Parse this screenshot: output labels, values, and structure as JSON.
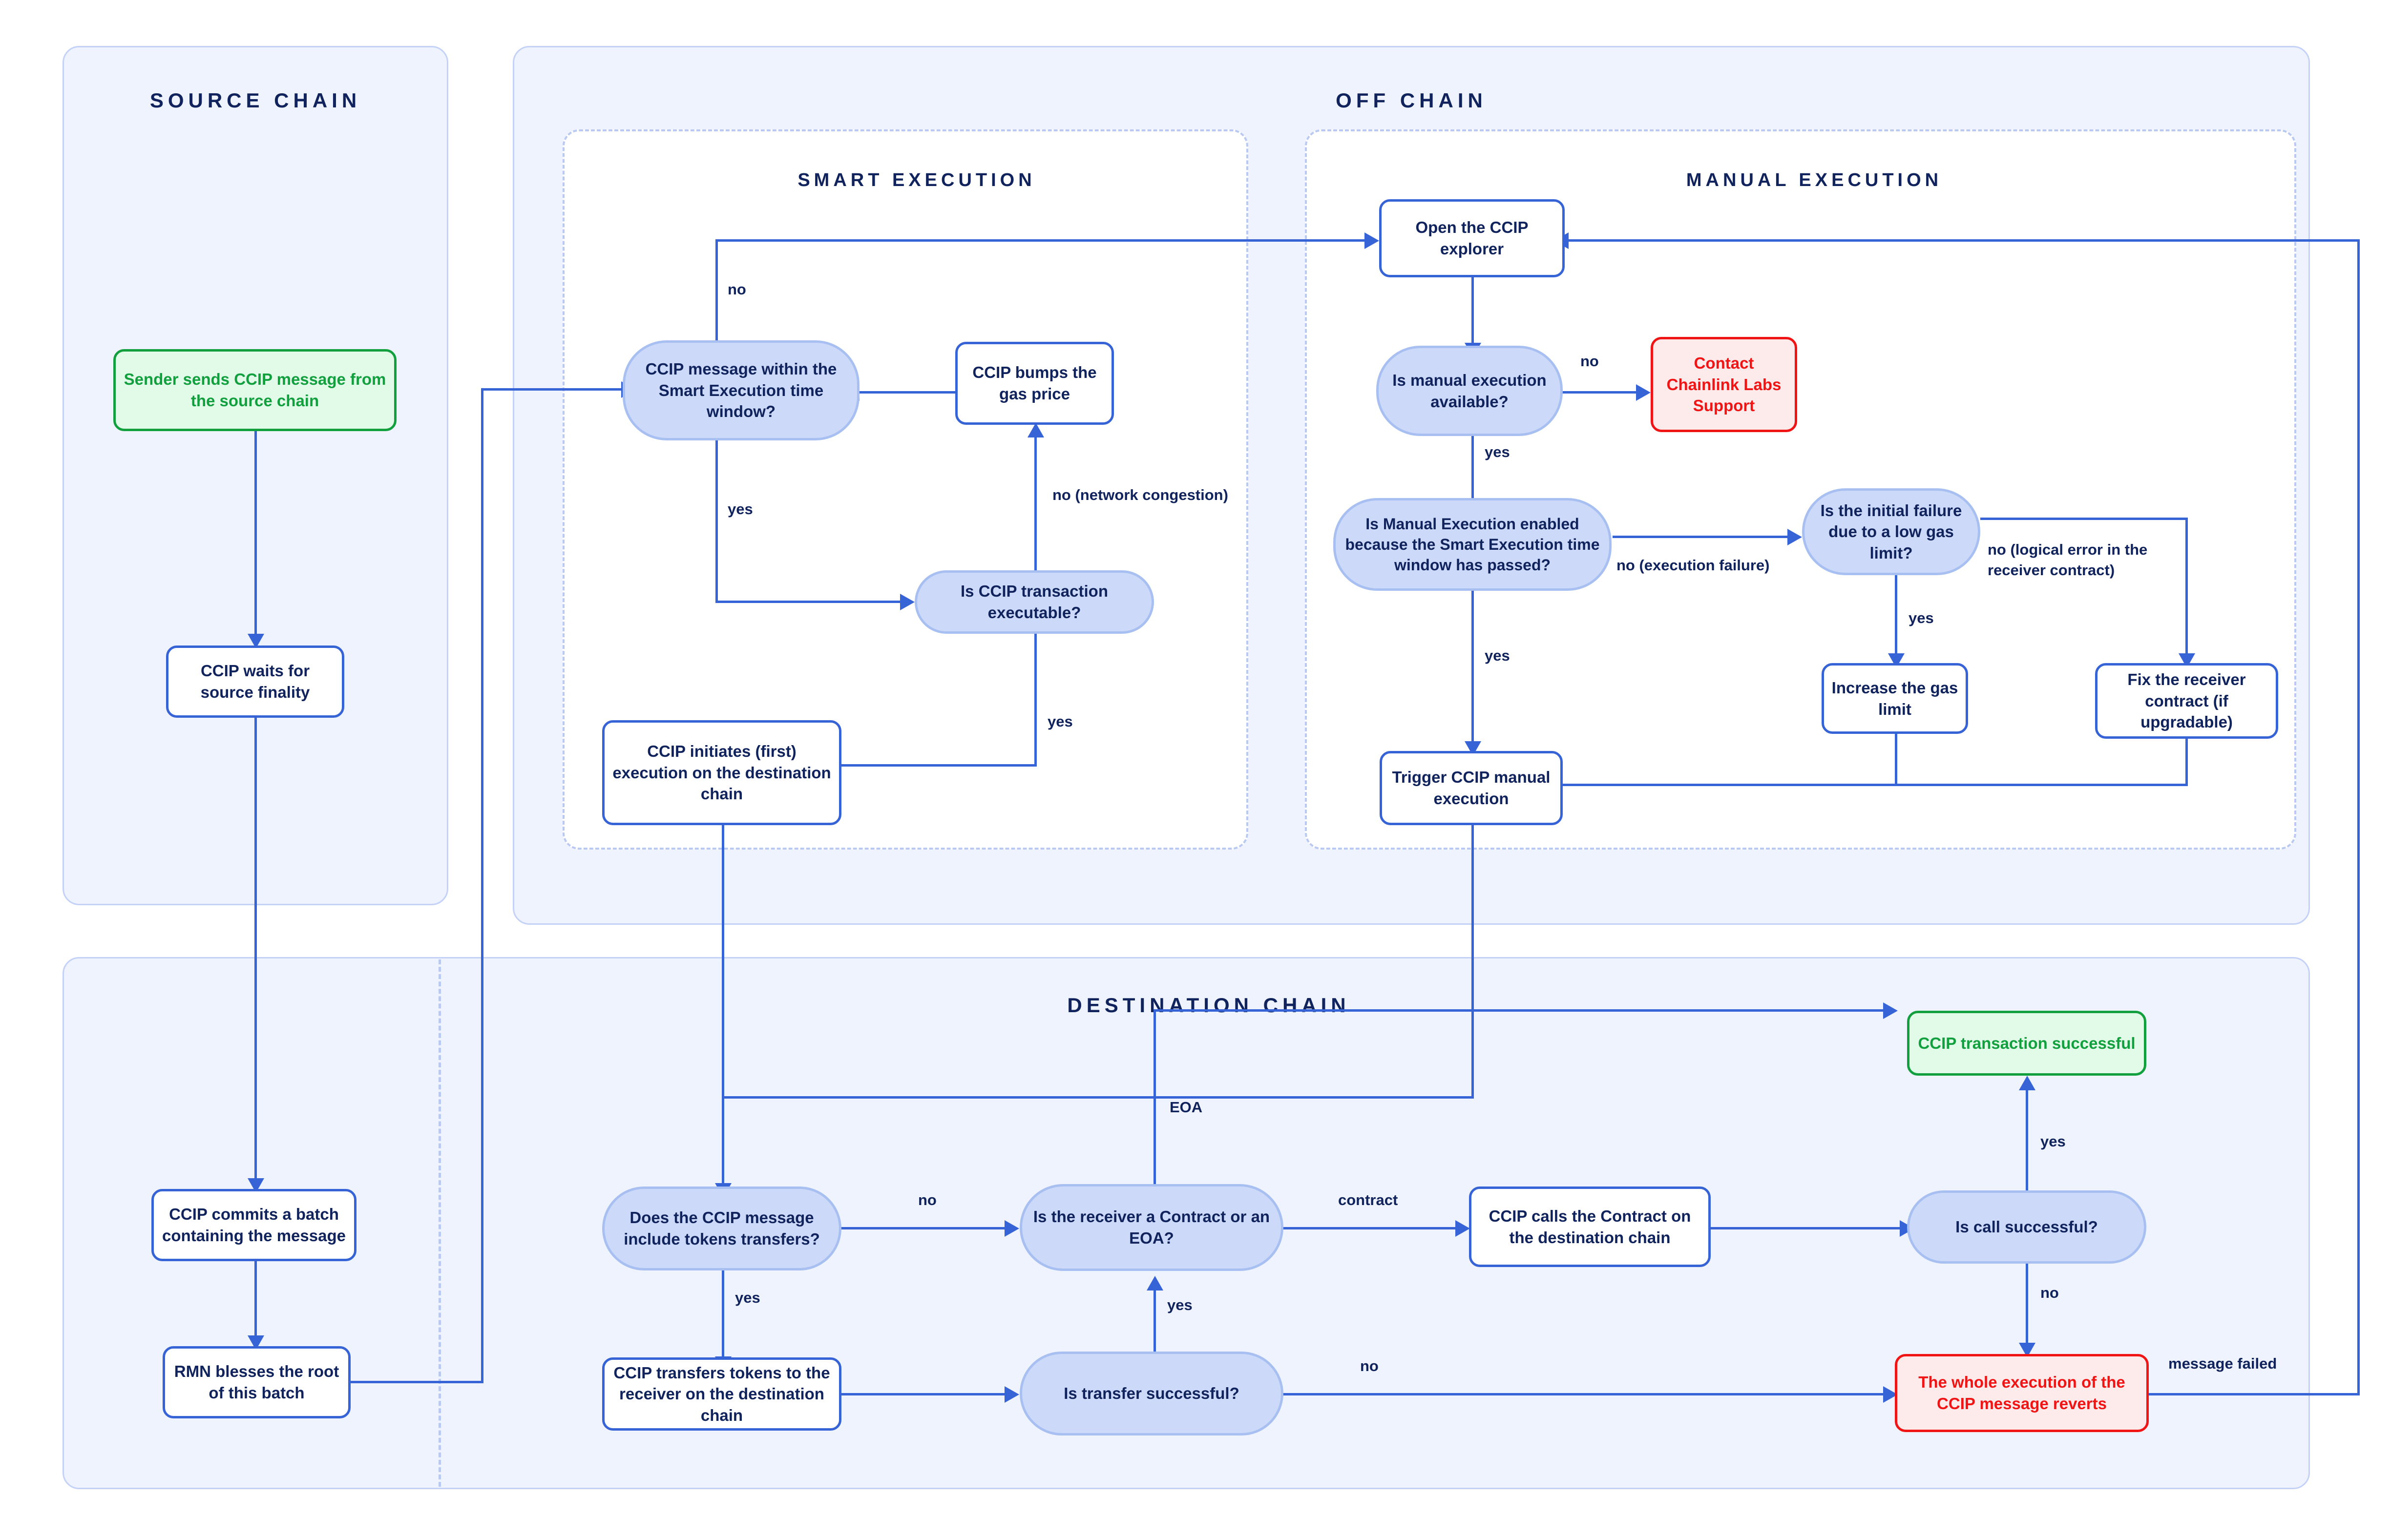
{
  "diagram": {
    "title": "CCIP Execution Flow",
    "colors": {
      "panel_bg": "#eff3fd",
      "panel_border": "#c5d2f7",
      "edge": "#3663d6",
      "process_border": "#3663d6",
      "decision_bg": "#ccd9f8",
      "decision_border": "#a7bff1",
      "text": "#10235c",
      "success": "#12a03f",
      "success_bg": "#e2fbe8",
      "error": "#f01414",
      "error_bg": "#fdeaea"
    }
  },
  "lanes": {
    "source_chain": "SOURCE CHAIN",
    "off_chain": "OFF CHAIN",
    "destination_chain": "DESTINATION CHAIN",
    "smart_execution": "SMART EXECUTION",
    "manual_execution": "MANUAL EXECUTION"
  },
  "nodes": {
    "sender_sends": "Sender sends CCIP message from the source chain",
    "waits_finality": "CCIP waits for source finality",
    "commits_batch": "CCIP commits a batch containing the message",
    "rmn_blesses": "RMN blesses the root of this batch",
    "msg_within_window": "CCIP message within the Smart Execution time window?",
    "bumps_gas": "CCIP bumps the gas price",
    "tx_executable": "Is CCIP transaction executable?",
    "initiates_exec": "CCIP initiates (first) execution on the destination chain",
    "open_explorer": "Open the CCIP explorer",
    "manual_available": "Is manual execution available?",
    "contact_support": "Contact Chainlink Labs Support",
    "manual_enabled": "Is Manual Execution enabled because the Smart Execution time window has passed?",
    "initial_failure_gas": "Is the initial failure due to a low gas limit?",
    "increase_gas": "Increase the gas limit",
    "fix_receiver": "Fix the receiver contract (if upgradable)",
    "trigger_manual": "Trigger CCIP manual execution",
    "include_tokens": "Does the CCIP message include tokens transfers?",
    "transfers_tokens": "CCIP transfers tokens to the receiver on the destination chain",
    "transfer_successful": "Is transfer successful?",
    "receiver_type": "Is the receiver a Contract or an EOA?",
    "calls_contract": "CCIP calls the Contract on the destination chain",
    "call_successful": "Is call successful?",
    "tx_successful": "CCIP transaction successful",
    "whole_reverts": "The whole execution of the CCIP message reverts"
  },
  "edge_labels": {
    "window_no": "no",
    "window_yes": "yes",
    "executable_no": "no (network congestion)",
    "executable_yes": "yes",
    "manual_avail_no": "no",
    "manual_avail_yes": "yes",
    "manual_enabled_yes": "yes",
    "manual_enabled_no": "no (execution failure)",
    "gas_yes": "yes",
    "gas_no": "no (logical error in the receiver contract)",
    "tokens_no": "no",
    "tokens_yes": "yes",
    "eoa": "EOA",
    "contract": "contract",
    "transfer_yes": "yes",
    "transfer_no": "no",
    "call_yes": "yes",
    "call_no": "no",
    "message_failed": "message failed"
  }
}
